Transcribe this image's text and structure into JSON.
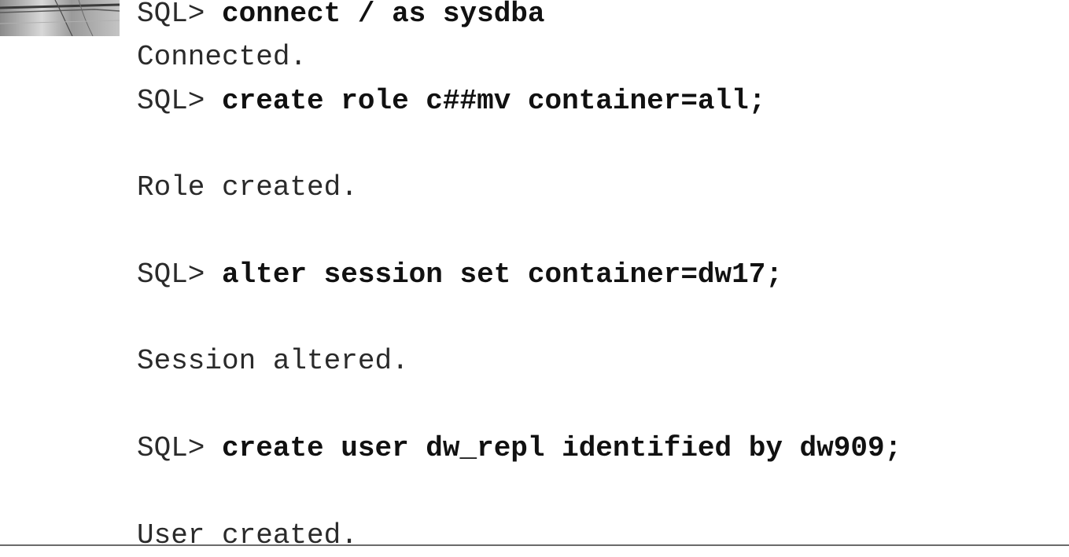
{
  "corner_graphic": {
    "icon": "book-spine-graphic-icon"
  },
  "lines": [
    {
      "kind": "command",
      "prompt": "SQL> ",
      "command": "connect / as sysdba"
    },
    {
      "kind": "output",
      "text": "Connected."
    },
    {
      "kind": "command",
      "prompt": "SQL> ",
      "command": "create role c##mv container=all;"
    },
    {
      "kind": "blank",
      "text": ""
    },
    {
      "kind": "output",
      "text": "Role created."
    },
    {
      "kind": "blank",
      "text": ""
    },
    {
      "kind": "command",
      "prompt": "SQL> ",
      "command": "alter session set container=dw17;"
    },
    {
      "kind": "blank",
      "text": ""
    },
    {
      "kind": "output",
      "text": "Session altered."
    },
    {
      "kind": "blank",
      "text": ""
    },
    {
      "kind": "command",
      "prompt": "SQL> ",
      "command": "create user dw_repl identified by dw909;"
    },
    {
      "kind": "blank",
      "text": ""
    },
    {
      "kind": "output",
      "text": "User created."
    }
  ]
}
